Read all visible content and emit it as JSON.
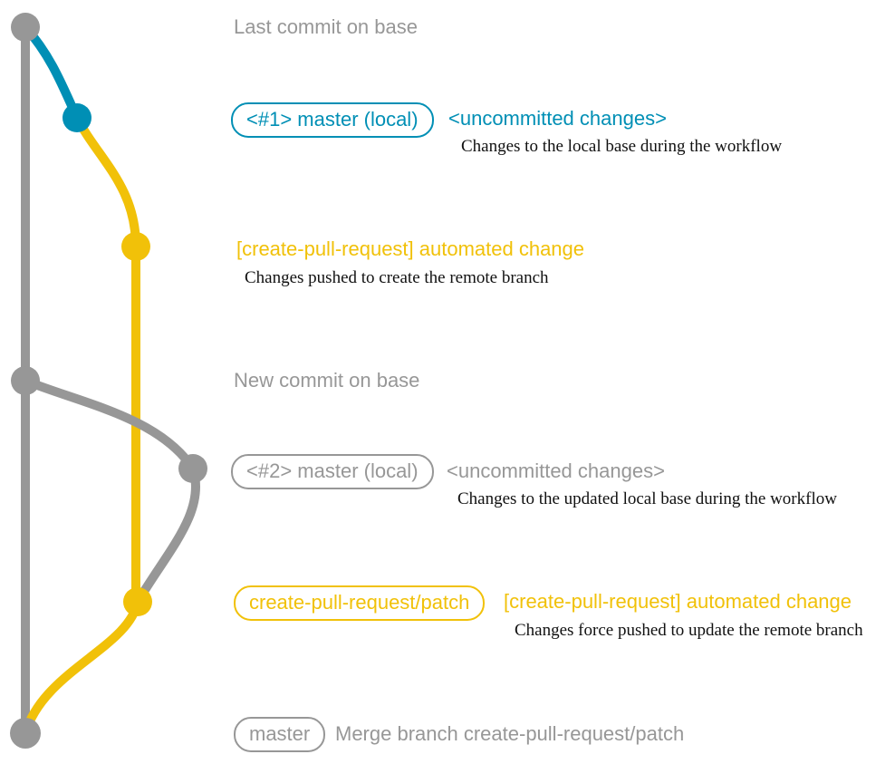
{
  "colors": {
    "gray": "#979797",
    "teal": "#008fb5",
    "yellow": "#f1c109",
    "note_text": "#111111",
    "background": "#ffffff"
  },
  "graph": {
    "commit_dots": [
      {
        "name": "last-commit-on-base",
        "color": "gray"
      },
      {
        "name": "uncommitted-changes-1",
        "color": "teal"
      },
      {
        "name": "automated-change-1",
        "color": "yellow"
      },
      {
        "name": "new-commit-on-base",
        "color": "gray"
      },
      {
        "name": "uncommitted-changes-2",
        "color": "gray"
      },
      {
        "name": "automated-change-2",
        "color": "yellow"
      },
      {
        "name": "merge-commit",
        "color": "gray"
      }
    ]
  },
  "rows": {
    "last_commit": {
      "label": "Last commit on base"
    },
    "local1": {
      "branch_box": "<#1> master (local)",
      "title": "<uncommitted changes>",
      "note": "Changes to the local base during the workflow"
    },
    "patch1": {
      "title": "[create-pull-request] automated change",
      "note": "Changes pushed to create the remote branch"
    },
    "new_commit": {
      "label": "New commit on base"
    },
    "local2": {
      "branch_box": "<#2> master (local)",
      "title": "<uncommitted changes>",
      "note": "Changes to the updated local base during the workflow"
    },
    "patch2": {
      "branch_box": "create-pull-request/patch",
      "title": "[create-pull-request] automated change",
      "note": "Changes force pushed to update the remote branch"
    },
    "merge": {
      "branch_box": "master",
      "label": "Merge branch create-pull-request/patch"
    }
  }
}
